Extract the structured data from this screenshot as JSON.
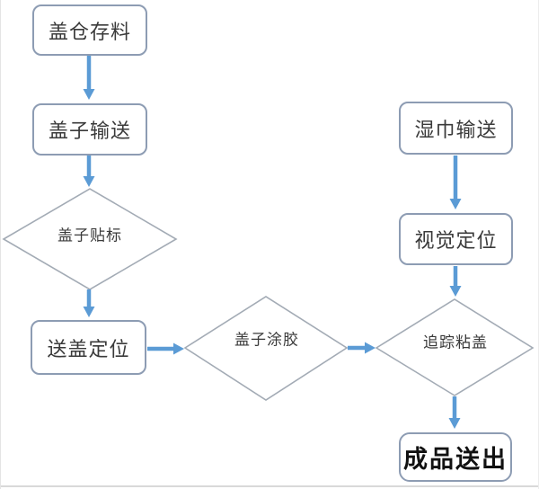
{
  "diagram": {
    "type": "flowchart",
    "nodes": [
      {
        "id": "cap-magazine-storage",
        "label": "盖仓存料",
        "shape": "rounded-rect"
      },
      {
        "id": "cap-conveying",
        "label": "盖子输送",
        "shape": "rounded-rect"
      },
      {
        "id": "cap-labeling",
        "label": "盖子贴标",
        "shape": "diamond"
      },
      {
        "id": "cap-feed-positioning",
        "label": "送盖定位",
        "shape": "rounded-rect"
      },
      {
        "id": "cap-gluing",
        "label": "盖子涂胶",
        "shape": "diamond"
      },
      {
        "id": "wipes-conveying",
        "label": "湿巾输送",
        "shape": "rounded-rect"
      },
      {
        "id": "vision-positioning",
        "label": "视觉定位",
        "shape": "rounded-rect"
      },
      {
        "id": "tracking-capping",
        "label": "追踪粘盖",
        "shape": "diamond"
      },
      {
        "id": "finished-product-out",
        "label": "成品送出",
        "shape": "rounded-rect"
      }
    ],
    "edges": [
      {
        "from": "cap-magazine-storage",
        "to": "cap-conveying",
        "direction": "down"
      },
      {
        "from": "cap-conveying",
        "to": "cap-labeling",
        "direction": "down"
      },
      {
        "from": "cap-labeling",
        "to": "cap-feed-positioning",
        "direction": "down"
      },
      {
        "from": "cap-feed-positioning",
        "to": "cap-gluing",
        "direction": "right"
      },
      {
        "from": "cap-gluing",
        "to": "tracking-capping",
        "direction": "right"
      },
      {
        "from": "wipes-conveying",
        "to": "vision-positioning",
        "direction": "down"
      },
      {
        "from": "vision-positioning",
        "to": "tracking-capping",
        "direction": "down"
      },
      {
        "from": "tracking-capping",
        "to": "finished-product-out",
        "direction": "down"
      }
    ]
  },
  "colors": {
    "arrow": "#5b9bd5",
    "box-border": "#8d9cb3",
    "diamond-border": "#a3abb5",
    "text": "#3a3a3a",
    "frame": "#d9d9d9"
  }
}
